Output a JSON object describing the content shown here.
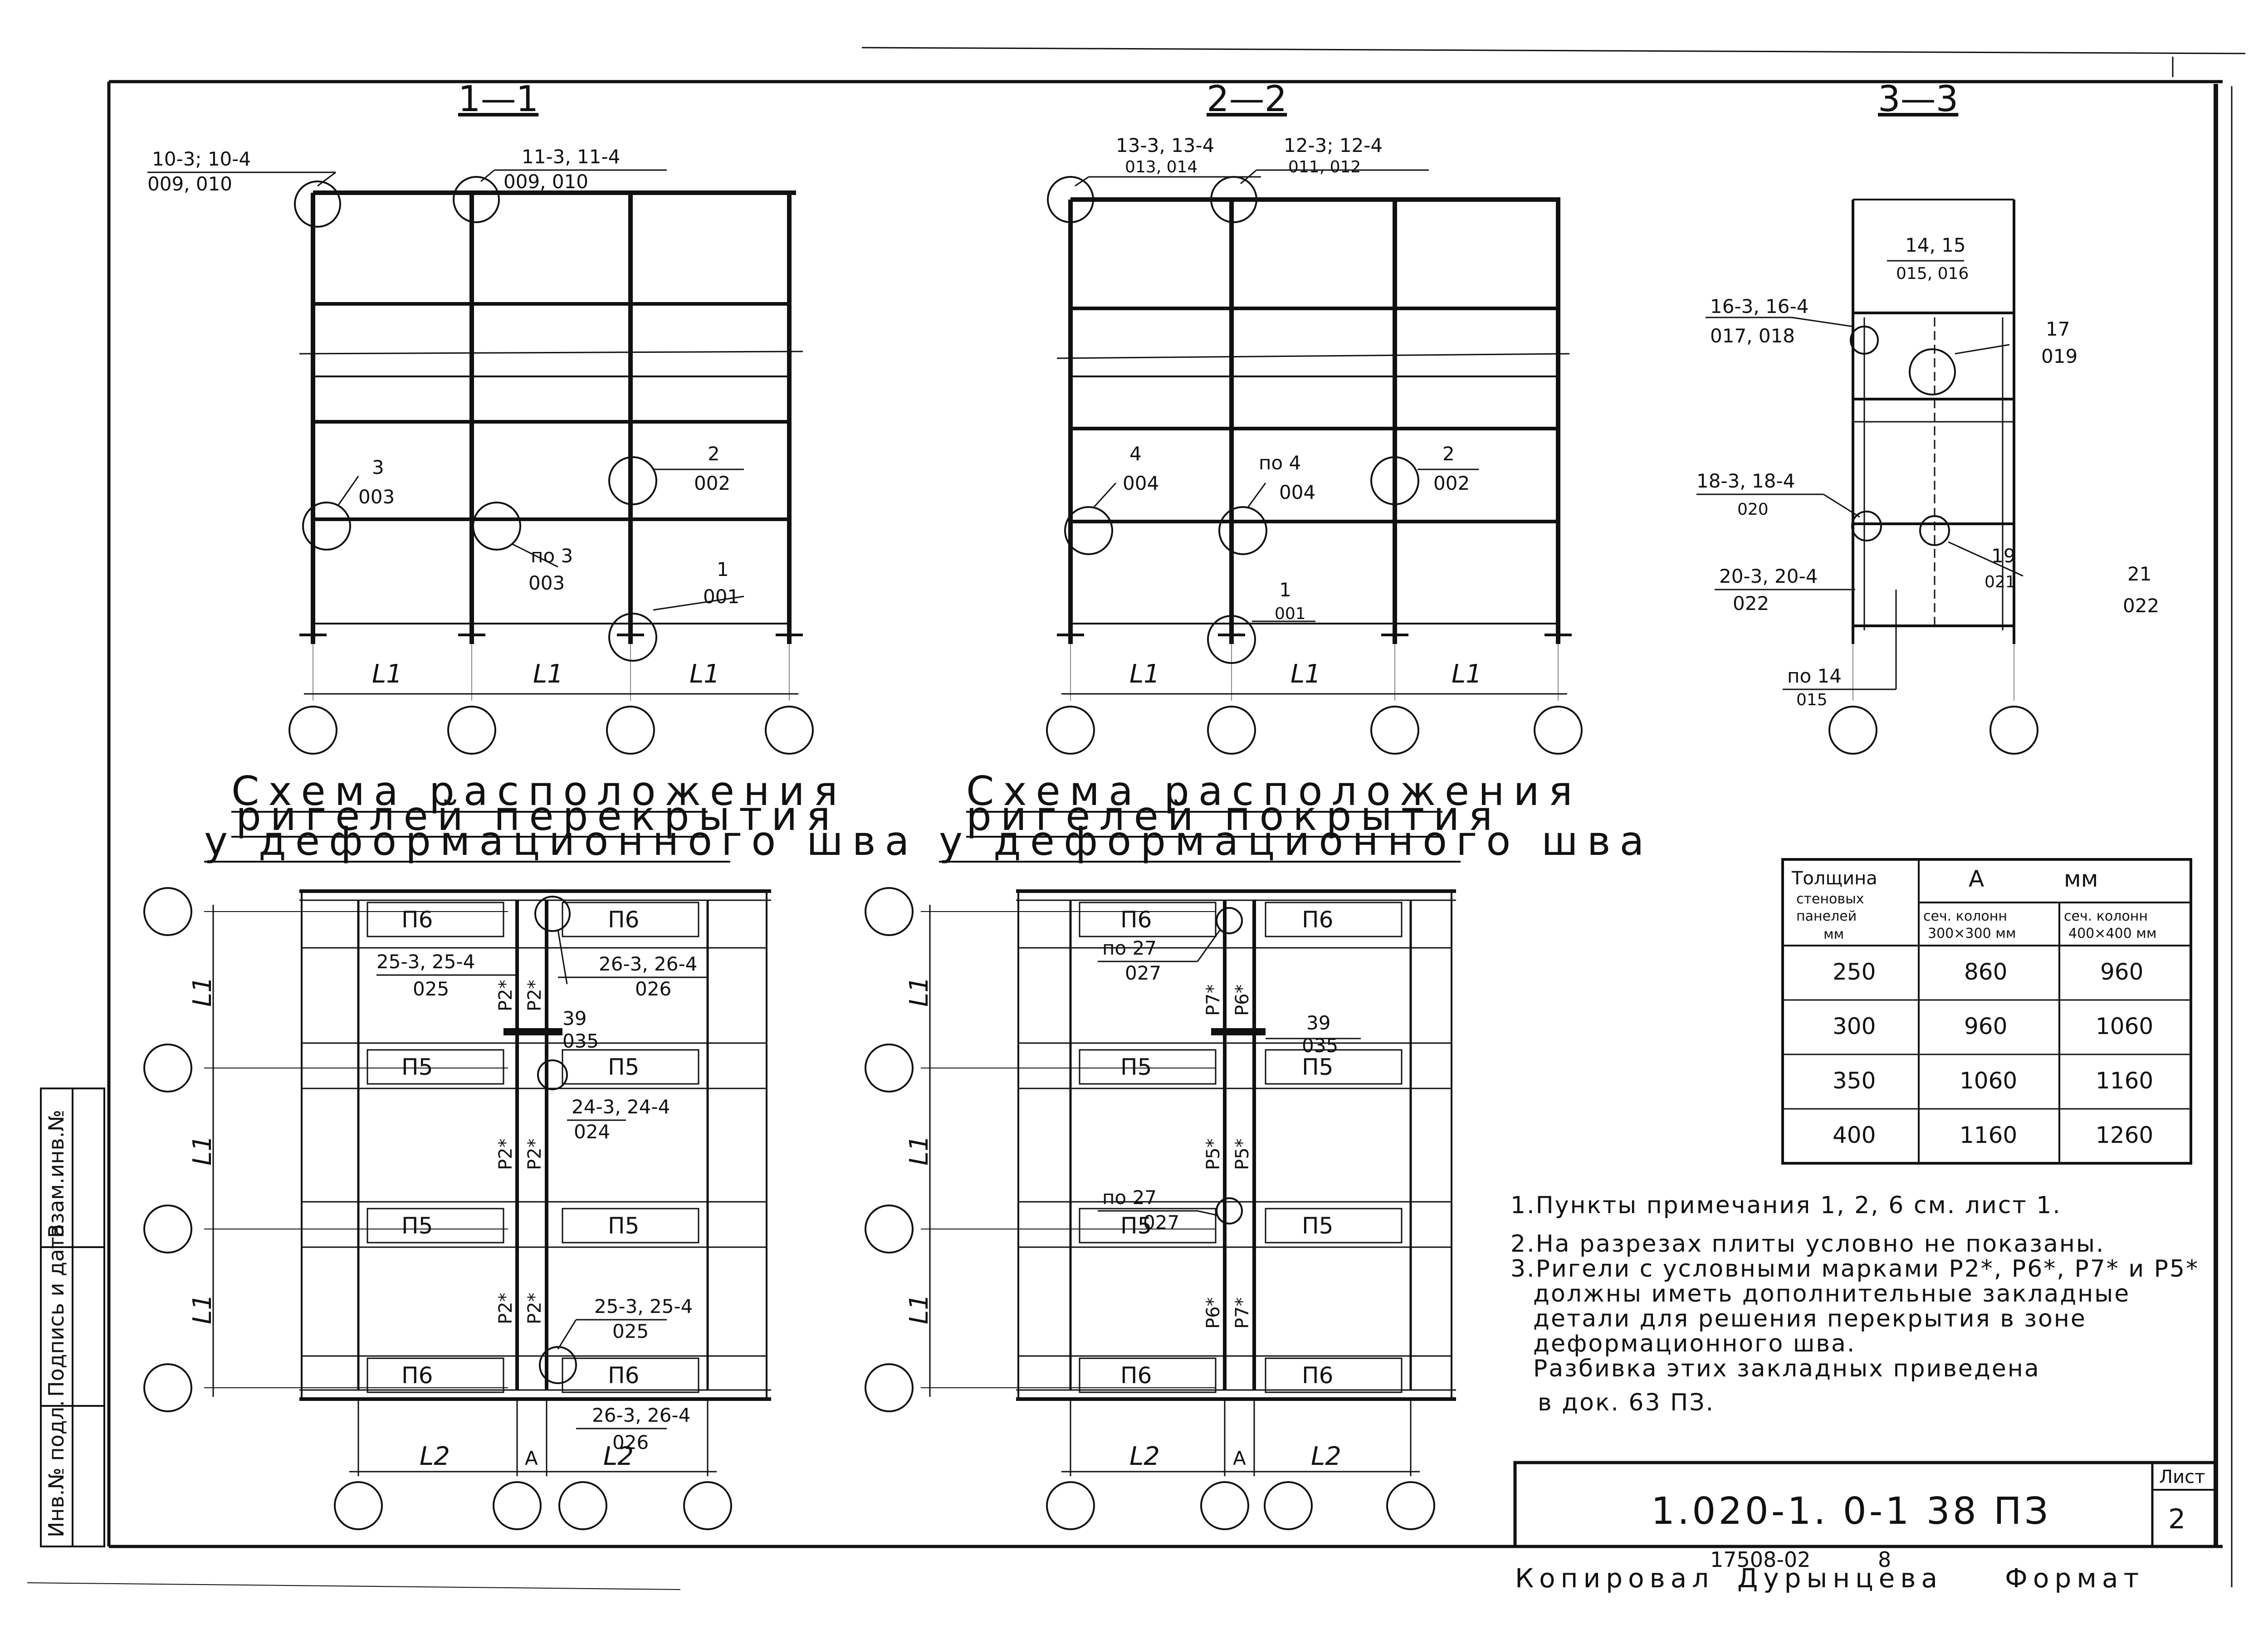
{
  "sections": {
    "s11": {
      "title": "1—1",
      "spans": [
        "L1",
        "L1",
        "L1"
      ],
      "callouts": [
        {
          "num": "10-3; 10-4",
          "den": "009, 010"
        },
        {
          "num": "11-3, 11-4",
          "den": "009, 010"
        },
        {
          "num": "3",
          "den": "003"
        },
        {
          "num": "по 3",
          "den": "003"
        },
        {
          "num": "2",
          "den": "002"
        },
        {
          "num": "1",
          "den": "001"
        }
      ]
    },
    "s22": {
      "title": "2—2",
      "spans": [
        "L1",
        "L1",
        "L1"
      ],
      "callouts": [
        {
          "num": "13-3, 13-4",
          "den": "013, 014"
        },
        {
          "num": "12-3; 12-4",
          "den": "011, 012"
        },
        {
          "num": "4",
          "den": "004"
        },
        {
          "num": "по 4",
          "den": "004"
        },
        {
          "num": "2",
          "den": "002"
        },
        {
          "num": "1",
          "den": "001"
        }
      ]
    },
    "s33": {
      "title": "3—3",
      "callouts": [
        {
          "num": "14, 15",
          "den": "015, 016"
        },
        {
          "num": "16-3, 16-4",
          "den": "017, 018"
        },
        {
          "num": "17",
          "den": "019"
        },
        {
          "num": "18-3, 18-4",
          "den": "020"
        },
        {
          "num": "19",
          "den": "021"
        },
        {
          "num": "20-3, 20-4",
          "den": "022"
        },
        {
          "num": "21",
          "den": "022"
        },
        {
          "num": "по 14",
          "den": "015"
        }
      ]
    }
  },
  "schemes": {
    "floor": {
      "heading": [
        "Схема расположения",
        "ригелей перекрытия",
        "у деформационного шва"
      ],
      "panels": [
        "П6",
        "П5",
        "П5",
        "П6"
      ],
      "marks_left": [
        "Р2*",
        "Р2*",
        "Р2*"
      ],
      "marks_right": [
        "Р2*",
        "Р2*",
        "Р2*"
      ],
      "spans_v": [
        "L1",
        "L1",
        "L1"
      ],
      "spans_h": [
        "L2",
        "А",
        "L2"
      ],
      "callouts": [
        {
          "num": "25-3, 25-4",
          "den": "025"
        },
        {
          "num": "26-3, 26-4",
          "den": "026"
        },
        {
          "num": "39",
          "den": "035"
        },
        {
          "num": "24-3, 24-4",
          "den": "024"
        },
        {
          "num": "25-3, 25-4",
          "den": "025"
        },
        {
          "num": "26-3, 26-4",
          "den": "026"
        }
      ]
    },
    "roof": {
      "heading": [
        "Схема расположения",
        "ригелей покрытия",
        "у деформационного шва"
      ],
      "panels": [
        "П6",
        "П5",
        "П5",
        "П6"
      ],
      "marks_left": [
        "Р7*",
        "Р5*",
        "Р6*"
      ],
      "marks_right": [
        "Р6*",
        "Р5*",
        "Р7*"
      ],
      "spans_v": [
        "L1",
        "L1",
        "L1"
      ],
      "spans_h": [
        "L2",
        "А",
        "L2"
      ],
      "callouts": [
        {
          "num": "по 27",
          "den": "027"
        },
        {
          "num": "39",
          "den": "035"
        },
        {
          "num": "по 27",
          "den": "027"
        }
      ]
    }
  },
  "table": {
    "header_thickness": [
      "Толщина",
      "стеновых",
      "панелей",
      "мм"
    ],
    "header_a": "А",
    "header_unit": "мм",
    "sub_col1": [
      "сеч. колонн",
      "300×300 мм"
    ],
    "sub_col2": [
      "сеч. колонн",
      "400×400 мм"
    ],
    "rows": [
      [
        "250",
        "860",
        "960"
      ],
      [
        "300",
        "960",
        "1060"
      ],
      [
        "350",
        "1060",
        "1160"
      ],
      [
        "400",
        "1160",
        "1260"
      ]
    ]
  },
  "notes": [
    "1.Пункты примечания 1, 2, 6 см. лист 1.",
    "2.На разрезах плиты условно не показаны.",
    "3.Ригели с условными марками Р2*, Р6*, Р7* и Р5*",
    "должны иметь дополнительные закладные",
    "детали для решения перекрытия в зоне",
    "деформационного шва.",
    "Разбивка этих закладных приведена",
    "в док. 63 ПЗ."
  ],
  "title_block": {
    "code": "1.020-1. 0-1 38 ПЗ",
    "sheet_label": "Лист",
    "sheet_no": "2"
  },
  "stamp": [
    "Инв.№ подл.",
    "Подпись и дата",
    "Взам.инв.№"
  ],
  "footer": {
    "copied": "Копировал",
    "name": "Дурынцева",
    "format": "Формат",
    "order_no": "17508-02",
    "order_sheet": "8"
  }
}
